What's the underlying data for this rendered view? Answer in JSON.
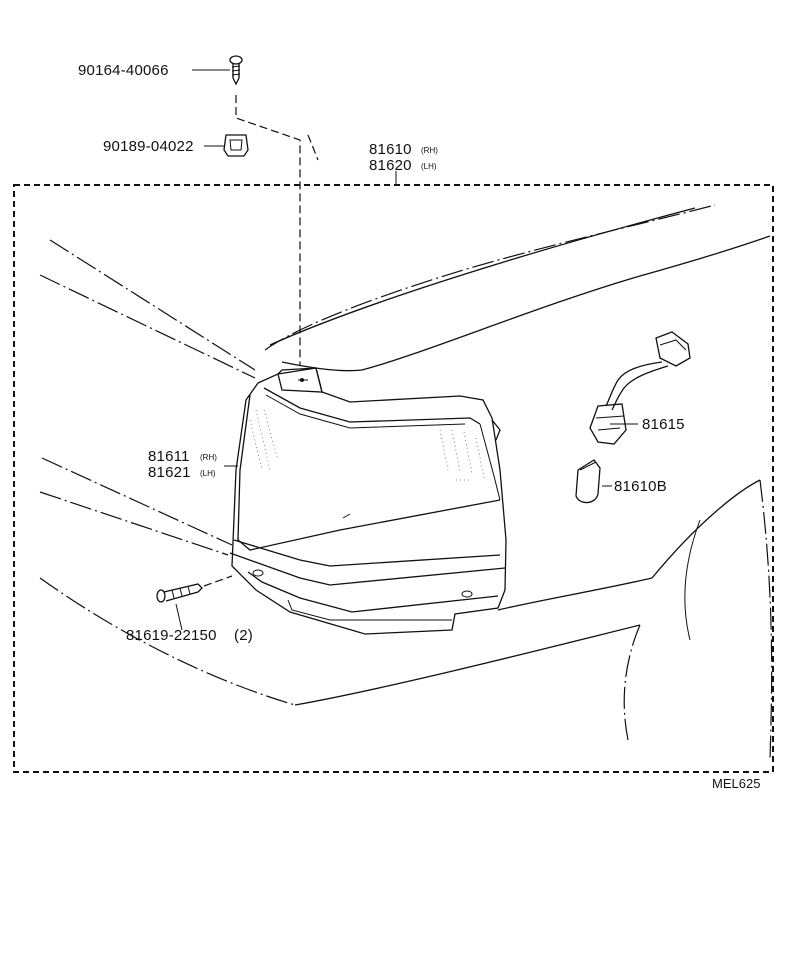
{
  "parts": {
    "screw_top": {
      "number": "90164-40066"
    },
    "clip": {
      "number": "90189-04022"
    },
    "lamp_assy": {
      "rh": "81610",
      "rh_tag": "(RH)",
      "lh": "81620",
      "lh_tag": "(LH)"
    },
    "lens": {
      "rh": "81611",
      "rh_tag": "(RH)",
      "lh": "81621",
      "lh_tag": "(LH)"
    },
    "socket": {
      "number": "81615"
    },
    "bulb": {
      "number": "81610B"
    },
    "screw_bottom": {
      "number": "81619-22150",
      "qty": "(2)"
    }
  },
  "diagram_code": "MEL625"
}
